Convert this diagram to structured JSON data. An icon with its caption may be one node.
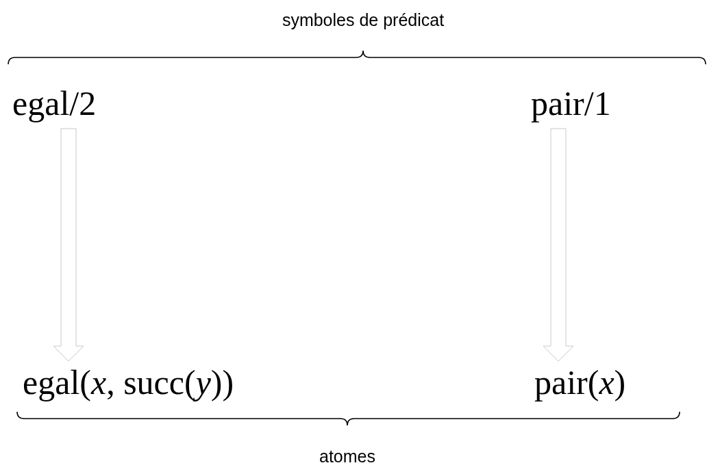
{
  "diagram": {
    "nodes": [
      {
        "text": [
          "egal/2"
        ]
      },
      {
        "text": [
          "pair/1"
        ]
      },
      {
        "text": [
          "egal(*x*, succ(*y*))"
        ]
      },
      {
        "text": [
          "pair(*x*)"
        ]
      }
    ],
    "edges": [
      {
        "from": 0,
        "to": 2,
        "arrow": "to"
      },
      {
        "from": 1,
        "to": 3,
        "arrow": "to"
      }
    ],
    "labels": [
      "symboles de prédicat",
      "atomes"
    ]
  }
}
